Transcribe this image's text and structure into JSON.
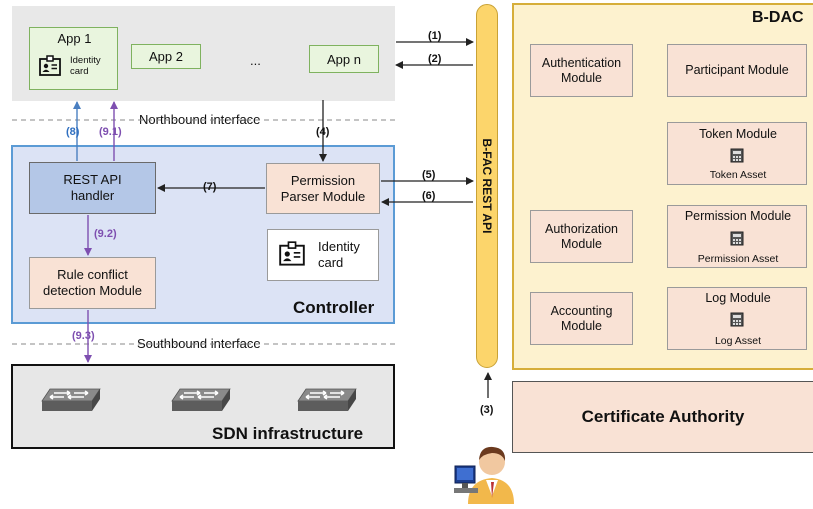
{
  "apps": {
    "app1": "App 1",
    "app1_card_line1": "Identity",
    "app1_card_line2": "card",
    "app2": "App 2",
    "ellipsis": "...",
    "appn": "App n"
  },
  "interfaces": {
    "northbound": "Northbound interface",
    "southbound": "Southbound interface"
  },
  "controller": {
    "title": "Controller",
    "rest_handler_line1": "REST API",
    "rest_handler_line2": "handler",
    "permission_parser_line1": "Permission",
    "permission_parser_line2": "Parser Module",
    "identity_card_line1": "Identity",
    "identity_card_line2": "card",
    "rule_conflict_line1": "Rule conflict",
    "rule_conflict_line2": "detection Module"
  },
  "sdn": {
    "title": "SDN infrastructure"
  },
  "rest_api": {
    "label": "B-FAC REST API"
  },
  "bdac": {
    "title": "B-DAC",
    "authentication_line1": "Authentication",
    "authentication_line2": "Module",
    "participant": "Participant Module",
    "token_module": "Token Module",
    "token_asset": "Token Asset",
    "authorization_line1": "Authorization",
    "authorization_line2": "Module",
    "permission_module": "Permission Module",
    "permission_asset": "Permission Asset",
    "accounting_line1": "Accounting",
    "accounting_line2": "Module",
    "log_module": "Log Module",
    "log_asset": "Log Asset"
  },
  "ca": {
    "title": "Certificate Authority"
  },
  "steps": {
    "s1": "(1)",
    "s2": "(2)",
    "s3": "(3)",
    "s4": "(4)",
    "s5": "(5)",
    "s6": "(6)",
    "s7": "(7)",
    "s8": "(8)",
    "s9_1": "(9.1)",
    "s9_2": "(9.2)",
    "s9_3": "(9.3)"
  },
  "colors": {
    "app_area_bg": "#e8e8e8",
    "controller_bg": "#dce3f5",
    "controller_border": "#5b9bd5",
    "bdac_bg": "#fdf2cf",
    "bdac_border": "#d6ae3a",
    "rest_api_bar": "#fcd56b",
    "module_bg": "#f9e2d5",
    "app_box_bg": "#e9f5de",
    "rest_handler_bg": "#b4c7e7",
    "arrow_blue": "#4a7fc1",
    "arrow_purple": "#7e4fb0",
    "sdn_bg": "#e7e7e7"
  }
}
